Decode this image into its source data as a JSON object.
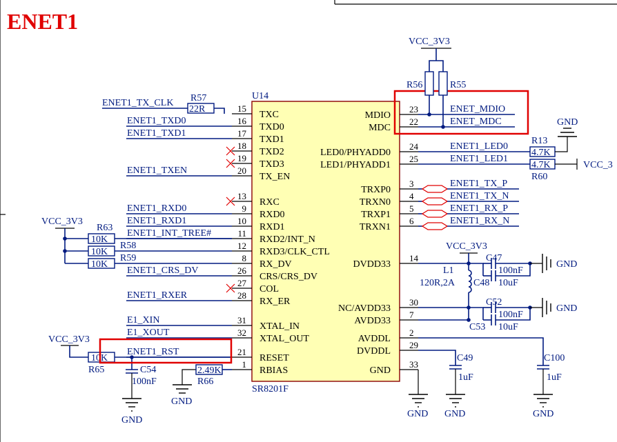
{
  "title": "ENET1",
  "ic": {
    "ref": "U14",
    "part": "SR8201F",
    "left_pins": [
      {
        "num": "15",
        "name": "TXC",
        "net": "ENET1_TX_CLK",
        "res": "22R",
        "res_ref": "R57"
      },
      {
        "num": "16",
        "name": "TXD0",
        "net": "ENET1_TXD0"
      },
      {
        "num": "17",
        "name": "TXD1",
        "net": "ENET1_TXD1"
      },
      {
        "num": "18",
        "name": "TXD2",
        "nc": true
      },
      {
        "num": "19",
        "name": "TXD3",
        "nc": true
      },
      {
        "num": "20",
        "name": "TX_EN",
        "net": "ENET1_TXEN"
      },
      {
        "num": "13",
        "name": "RXC",
        "nc": true
      },
      {
        "num": "9",
        "name": "RXD0",
        "net": "ENET1_RXD0"
      },
      {
        "num": "10",
        "name": "RXD1",
        "net": "ENET1_RXD1"
      },
      {
        "num": "11",
        "name": "RXD2/INT_N",
        "net": "ENET1_INT_TREE#"
      },
      {
        "num": "12",
        "name": "RXD3/CLK_CTL"
      },
      {
        "num": "8",
        "name": "RX_DV"
      },
      {
        "num": "26",
        "name": "CRS/CRS_DV",
        "net": "ENET1_CRS_DV"
      },
      {
        "num": "27",
        "name": "COL",
        "nc": true
      },
      {
        "num": "28",
        "name": "RX_ER",
        "net": "ENET1_RXER"
      },
      {
        "num": "31",
        "name": "XTAL_IN",
        "net": "E1_XIN"
      },
      {
        "num": "32",
        "name": "XTAL_OUT",
        "net": "E1_XOUT"
      },
      {
        "num": "21",
        "name": "RESET",
        "net": "ENET1_RST"
      },
      {
        "num": "1",
        "name": "RBIAS"
      }
    ],
    "right_pins": [
      {
        "num": "23",
        "name": "MDIO",
        "net": "ENET_MDIO"
      },
      {
        "num": "22",
        "name": "MDC",
        "net": "ENET_MDC"
      },
      {
        "num": "24",
        "name": "LED0/PHYADD0",
        "net": "ENET1_LED0"
      },
      {
        "num": "25",
        "name": "LED1/PHYADD1",
        "net": "ENET1_LED1"
      },
      {
        "num": "3",
        "name": "TRXP0",
        "net": "ENET1_TX_P"
      },
      {
        "num": "4",
        "name": "TRXN0",
        "net": "ENET1_TX_N"
      },
      {
        "num": "5",
        "name": "TRXP1",
        "net": "ENET1_RX_P"
      },
      {
        "num": "6",
        "name": "TRXN1",
        "net": "ENET1_RX_N"
      },
      {
        "num": "14",
        "name": "DVDD33"
      },
      {
        "num": "30",
        "name": "NC/AVDD33"
      },
      {
        "num": "7",
        "name": "AVDD33"
      },
      {
        "num": "2",
        "name": "AVDDL"
      },
      {
        "num": "29",
        "name": "DVDDL"
      },
      {
        "num": "33",
        "name": "GND"
      }
    ]
  },
  "parts": {
    "r56": "R56",
    "r55": "R55",
    "r13": "R13",
    "r13_val": "4.7K",
    "r60": "R60",
    "r60_val": "4.7K",
    "r63": "R63",
    "r58": "R58",
    "r59": "R59",
    "r_10k": "10K",
    "r65": "R65",
    "r66": "R66",
    "r66_val": "2.49K",
    "c54": "C54",
    "c54_val": "100nF",
    "l1": "L1",
    "l1_val": "120R,2A",
    "c47": "C47",
    "c48": "C48",
    "c52": "C52",
    "c53": "C53",
    "c49": "C49",
    "c100": "C100",
    "c_100nf": "100nF",
    "c_10uf": "10uF",
    "c_1uf": "1uF"
  },
  "power": {
    "vcc": "VCC_3V3",
    "vcc_cut": "VCC_3",
    "gnd": "GND"
  }
}
